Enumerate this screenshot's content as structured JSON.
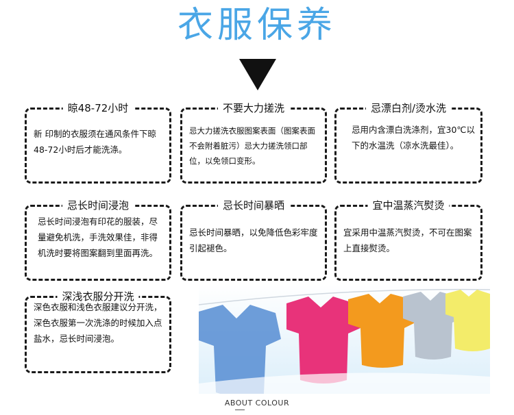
{
  "header": {
    "title": "衣服保养"
  },
  "cards": [
    {
      "title": "晾48-72小时",
      "body": "新 印制的衣服须在通风条件下晾48-72小时后才能洗涤。"
    },
    {
      "title": "不要大力搓洗",
      "body": "忌大力搓洗衣服图案表面（图案表面不会附着脏污）忌大力搓洗领口部位，以免领口变形。"
    },
    {
      "title": "忌漂白剂/烫水洗",
      "body": "忌用内含漂白洗涤剂，宜30℃以下的水温洗（凉水洗最佳）。"
    },
    {
      "title": "忌长时间浸泡",
      "body": "忌长时间浸泡有印花的服装，尽量避免机洗，手洗效果佳，非得机洗时要将图案翻到里面再洗。"
    },
    {
      "title": "忌长时间暴晒",
      "body": "忌长时间暴晒，以免降低色彩牢度引起褪色。"
    },
    {
      "title": "宜中温蒸汽熨烫",
      "body": "宜采用中温蒸汽熨烫，不可在图案上直接熨烫。"
    },
    {
      "title": "深浅衣服分开洗",
      "body": "深色衣服和浅色衣服建议分开洗，深色衣服第一次洗涤的时候加入点盐水，忌长时间浸泡。"
    }
  ],
  "footer": {
    "text": "ABOUT COLOUR"
  },
  "colors": {
    "title": "#4aa6e6",
    "shirt_blue": "#5a8fd4",
    "shirt_pink": "#e8337a",
    "shirt_orange": "#f39a1e",
    "shirt_gray": "#b9c3cf",
    "shirt_yellow": "#f3ec6a"
  },
  "icons": {
    "arrow": "down-triangle-icon",
    "laundry": "laundry-shirts-illustration"
  }
}
